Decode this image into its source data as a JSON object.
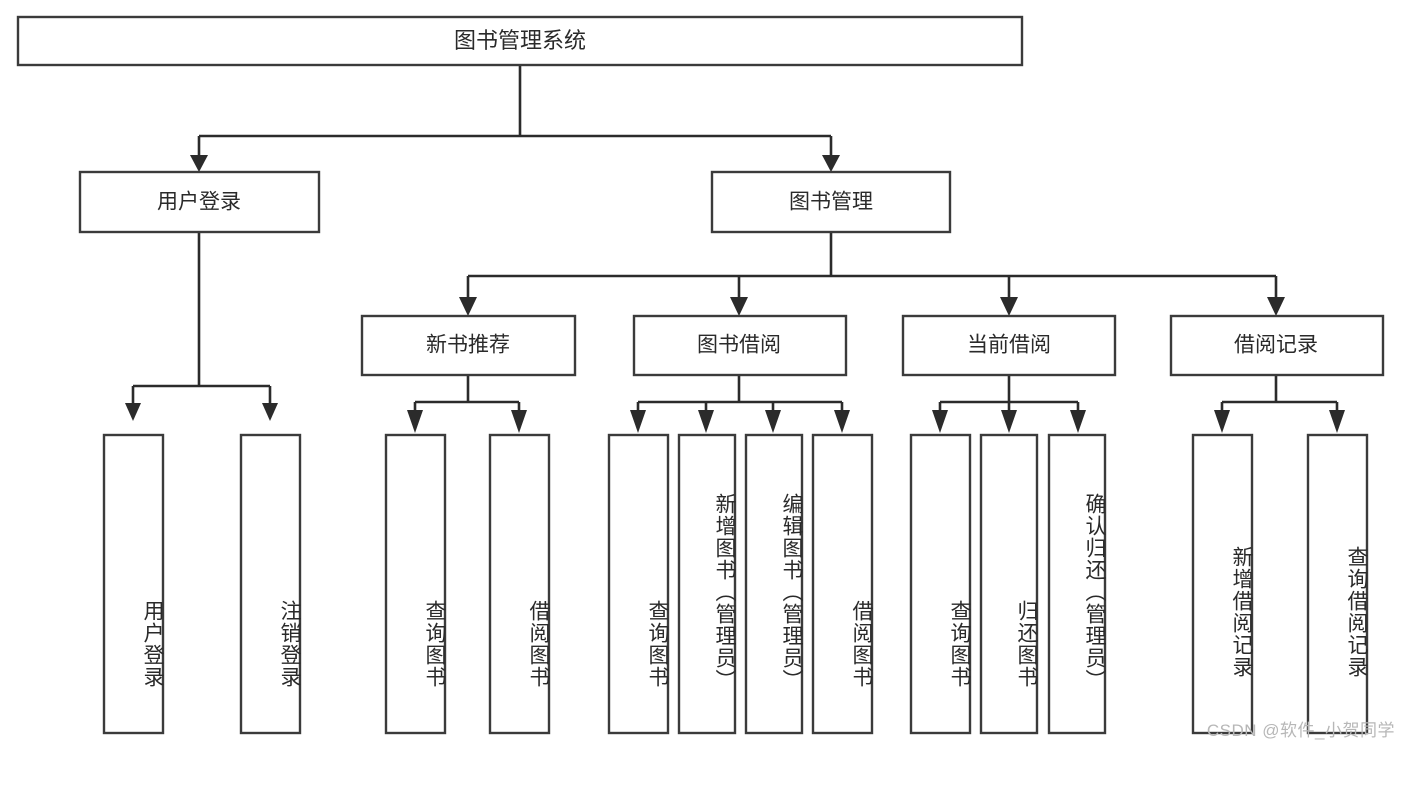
{
  "diagram": {
    "kind": "functional-structure-tree",
    "root": {
      "label": "图书管理系统",
      "orientation": "horizontal"
    },
    "level1": [
      {
        "label": "用户登录",
        "orientation": "horizontal"
      },
      {
        "label": "图书管理",
        "orientation": "horizontal"
      }
    ],
    "level2": [
      {
        "label": "新书推荐",
        "orientation": "horizontal"
      },
      {
        "label": "图书借阅",
        "orientation": "horizontal"
      },
      {
        "label": "当前借阅",
        "orientation": "horizontal"
      },
      {
        "label": "借阅记录",
        "orientation": "horizontal"
      }
    ],
    "leaves": {
      "user_login": [
        {
          "label": "用户登录",
          "orientation": "vertical"
        },
        {
          "label": "注销登录",
          "orientation": "vertical"
        }
      ],
      "new_book_recommend": [
        {
          "label": "查询图书",
          "orientation": "vertical"
        },
        {
          "label": "借阅图书",
          "orientation": "vertical"
        }
      ],
      "book_borrow": [
        {
          "label": "查询图书",
          "orientation": "vertical"
        },
        {
          "label": "新增图书（管理员）",
          "orientation": "vertical"
        },
        {
          "label": "编辑图书（管理员）",
          "orientation": "vertical"
        },
        {
          "label": "借阅图书",
          "orientation": "vertical"
        }
      ],
      "current_borrow": [
        {
          "label": "查询图书",
          "orientation": "vertical"
        },
        {
          "label": "归还图书",
          "orientation": "vertical"
        },
        {
          "label": "确认归还（管理员）",
          "orientation": "vertical"
        }
      ],
      "borrow_record": [
        {
          "label": "新增借阅记录",
          "orientation": "vertical"
        },
        {
          "label": "查询借阅记录",
          "orientation": "vertical"
        }
      ]
    }
  },
  "watermark": {
    "text": "CSDN @软件_小贺同学"
  },
  "colors": {
    "box_stroke": "#3b3b3b",
    "connector": "#2b2b2b",
    "text": "#2a2a2a",
    "background": "#ffffff",
    "watermark": "#b7b7b7"
  }
}
